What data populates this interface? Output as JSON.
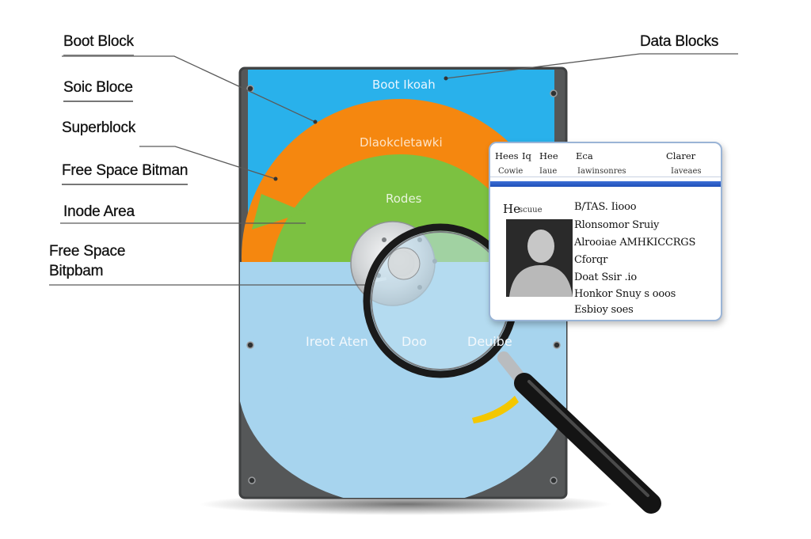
{
  "labels_left": [
    {
      "text": "Boot Block",
      "underline": true
    },
    {
      "text": "Soic Bloce",
      "underline": true
    },
    {
      "text": "Superblock",
      "underline": false
    },
    {
      "text": "Free Space Bitman",
      "underline": true
    },
    {
      "text": "Inode Area",
      "underline": false
    },
    {
      "text": "Free Space\nBitpbam",
      "underline": false
    }
  ],
  "label_right": "Data Blocks",
  "drive_text": {
    "top_band": "Boot Ikoah",
    "orange_band": "Dlaokcletawki",
    "green_band": "Rodes",
    "blue_left": "Ireot Aten",
    "blue_mid": "Doo",
    "blue_right": "Deuibe"
  },
  "card": {
    "header_row1": [
      "Hees",
      "Iq",
      "Hee",
      "Eca",
      "Clarer"
    ],
    "header_row2": [
      "Cowie",
      "Iaue",
      "Iawinsonres",
      "Iaveaes"
    ],
    "he_label": "He",
    "he_sub": "scuue",
    "fields": [
      "B/TAS. Iiooo",
      "Rlonsomor Sruiy",
      "Alrooiae AMHKICCRGS",
      "Cforqr",
      "Doat Ssir .io",
      "Honkor Snuy s ooos",
      "Esbioy soes"
    ]
  },
  "colors": {
    "drive_body": "#555758",
    "drive_edge": "#3f4142",
    "band_blue": "#29b1eb",
    "band_orange": "#f5870f",
    "band_green": "#7cc141",
    "band_light_blue": "#a7d4ee",
    "accent_yellow": "#f4c700",
    "platter": "#cfd2d4"
  }
}
